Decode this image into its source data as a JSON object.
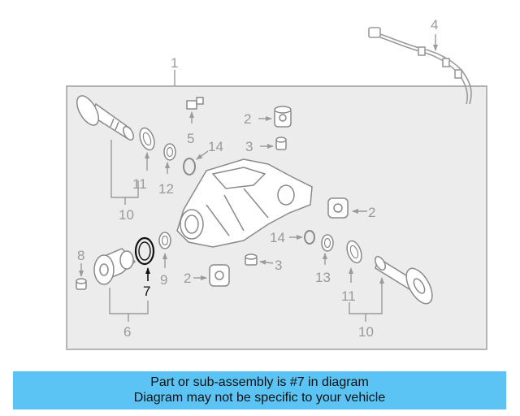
{
  "diagram": {
    "callouts": {
      "c1": "1",
      "c2a": "2",
      "c2b": "2",
      "c2c": "2",
      "c3a": "3",
      "c3b": "3",
      "c4": "4",
      "c5": "5",
      "c6": "6",
      "c7": "7",
      "c8": "8",
      "c9": "9",
      "c10a": "10",
      "c10b": "10",
      "c11a": "11",
      "c11b": "11",
      "c12": "12",
      "c13": "13",
      "c14a": "14",
      "c14b": "14"
    },
    "highlighted_part": "7"
  },
  "banner": {
    "line1": "Part or sub-assembly is #7 in diagram",
    "line2": "Diagram may not be specific to your vehicle",
    "color": "#5bc4f5"
  },
  "colors": {
    "line": "#9a9a9a",
    "panel": "#ececec",
    "highlight": "#111111"
  }
}
